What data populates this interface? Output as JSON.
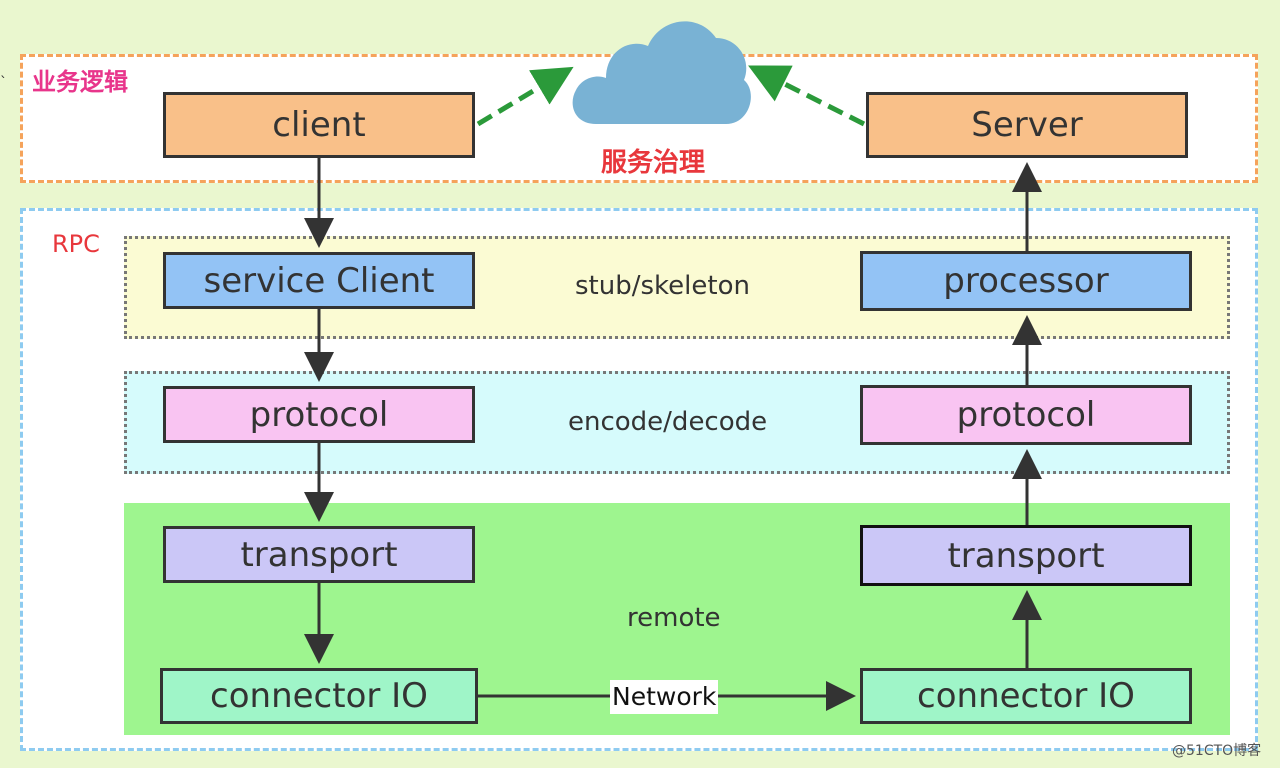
{
  "regions": {
    "business": {
      "label": "业务逻辑",
      "color": "#f5a35b",
      "label_color": "#e8358b"
    },
    "rpc": {
      "label": "RPC",
      "color": "#8ecbf0",
      "label_color": "#e8373c"
    }
  },
  "layers": {
    "stub": {
      "label": "stub/skeleton",
      "fill": "#fbfbd3"
    },
    "codec": {
      "label": "encode/decode",
      "fill": "#d6fbfc"
    },
    "remote": {
      "label": "remote",
      "fill": "#9ef58f"
    }
  },
  "cloud": {
    "label": "服务治理",
    "label_color": "#e8373c",
    "fill": "#79b2d4"
  },
  "client_side": {
    "client": "client",
    "service_client": "service Client",
    "protocol": "protocol",
    "transport": "transport",
    "connector": "connector IO"
  },
  "server_side": {
    "server": "Server",
    "processor": "processor",
    "protocol": "protocol",
    "transport": "transport",
    "connector": "connector IO"
  },
  "network_label": "Network",
  "watermark": "@51CTO博客",
  "colors": {
    "orange": "#f9c089",
    "blue": "#93c3f5",
    "pink": "#f9c4f2",
    "lavender": "#cbc7f7",
    "mint": "#9ff5c8",
    "dashed_arrow": "#2b9a3a"
  }
}
